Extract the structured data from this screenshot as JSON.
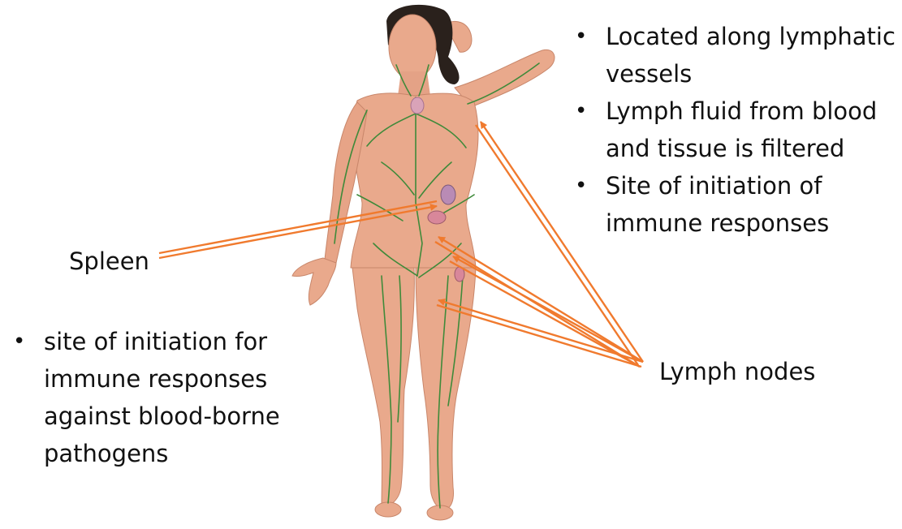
{
  "bullets_right": [
    "Located along lymphatic vessels",
    "Lymph fluid from blood and tissue is filtered",
    "Site of initiation of immune responses"
  ],
  "bullets_left": [
    "site of initiation for immune responses against blood-borne pathogens"
  ],
  "labels": {
    "spleen": "Spleen",
    "lymph_nodes": "Lymph nodes"
  },
  "colors": {
    "arrow": "#f07a2e",
    "skin": "#e8a88a",
    "lymph_vessel": "#3f8a3a",
    "hair": "#2a211c",
    "organ": "#b98bb5"
  }
}
